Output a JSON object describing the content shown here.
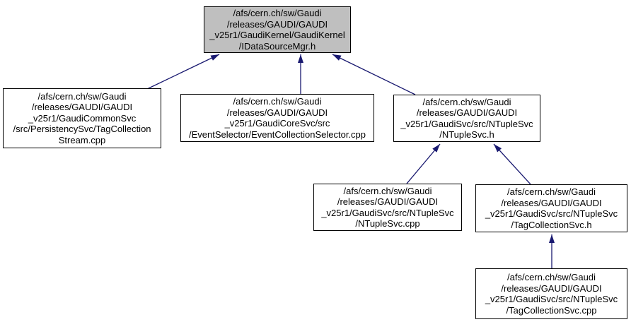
{
  "diagram": {
    "type": "include-dependency-graph",
    "background_color": "#ffffff",
    "arrow_color": "#191970",
    "highlight_fill": "#bfbfbf",
    "nodes": [
      {
        "id": "idatasourcemgr-h",
        "label": "/afs/cern.ch/sw/Gaudi\n/releases/GAUDI/GAUDI\n_v25r1/GaudiKernel/GaudiKernel\n/IDataSourceMgr.h",
        "highlighted": true
      },
      {
        "id": "tagcollectionstream-cpp",
        "label": "/afs/cern.ch/sw/Gaudi\n/releases/GAUDI/GAUDI\n_v25r1/GaudiCommonSvc\n/src/PersistencySvc/TagCollection\nStream.cpp",
        "highlighted": false
      },
      {
        "id": "eventcollectionselector-cpp",
        "label": "/afs/cern.ch/sw/Gaudi\n/releases/GAUDI/GAUDI\n_v25r1/GaudiCoreSvc/src\n/EventSelector/EventCollectionSelector.cpp",
        "highlighted": false
      },
      {
        "id": "ntuplesvc-h",
        "label": "/afs/cern.ch/sw/Gaudi\n/releases/GAUDI/GAUDI\n_v25r1/GaudiSvc/src/NTupleSvc\n/NTupleSvc.h",
        "highlighted": false
      },
      {
        "id": "ntuplesvc-cpp",
        "label": "/afs/cern.ch/sw/Gaudi\n/releases/GAUDI/GAUDI\n_v25r1/GaudiSvc/src/NTupleSvc\n/NTupleSvc.cpp",
        "highlighted": false
      },
      {
        "id": "tagcollectionsvc-h",
        "label": "/afs/cern.ch/sw/Gaudi\n/releases/GAUDI/GAUDI\n_v25r1/GaudiSvc/src/NTupleSvc\n/TagCollectionSvc.h",
        "highlighted": false
      },
      {
        "id": "tagcollectionsvc-cpp",
        "label": "/afs/cern.ch/sw/Gaudi\n/releases/GAUDI/GAUDI\n_v25r1/GaudiSvc/src/NTupleSvc\n/TagCollectionSvc.cpp",
        "highlighted": false
      }
    ],
    "edges": [
      {
        "from": "tagcollectionstream-cpp",
        "to": "idatasourcemgr-h"
      },
      {
        "from": "eventcollectionselector-cpp",
        "to": "idatasourcemgr-h"
      },
      {
        "from": "ntuplesvc-h",
        "to": "idatasourcemgr-h"
      },
      {
        "from": "ntuplesvc-cpp",
        "to": "ntuplesvc-h"
      },
      {
        "from": "tagcollectionsvc-h",
        "to": "ntuplesvc-h"
      },
      {
        "from": "tagcollectionsvc-cpp",
        "to": "tagcollectionsvc-h"
      }
    ]
  }
}
